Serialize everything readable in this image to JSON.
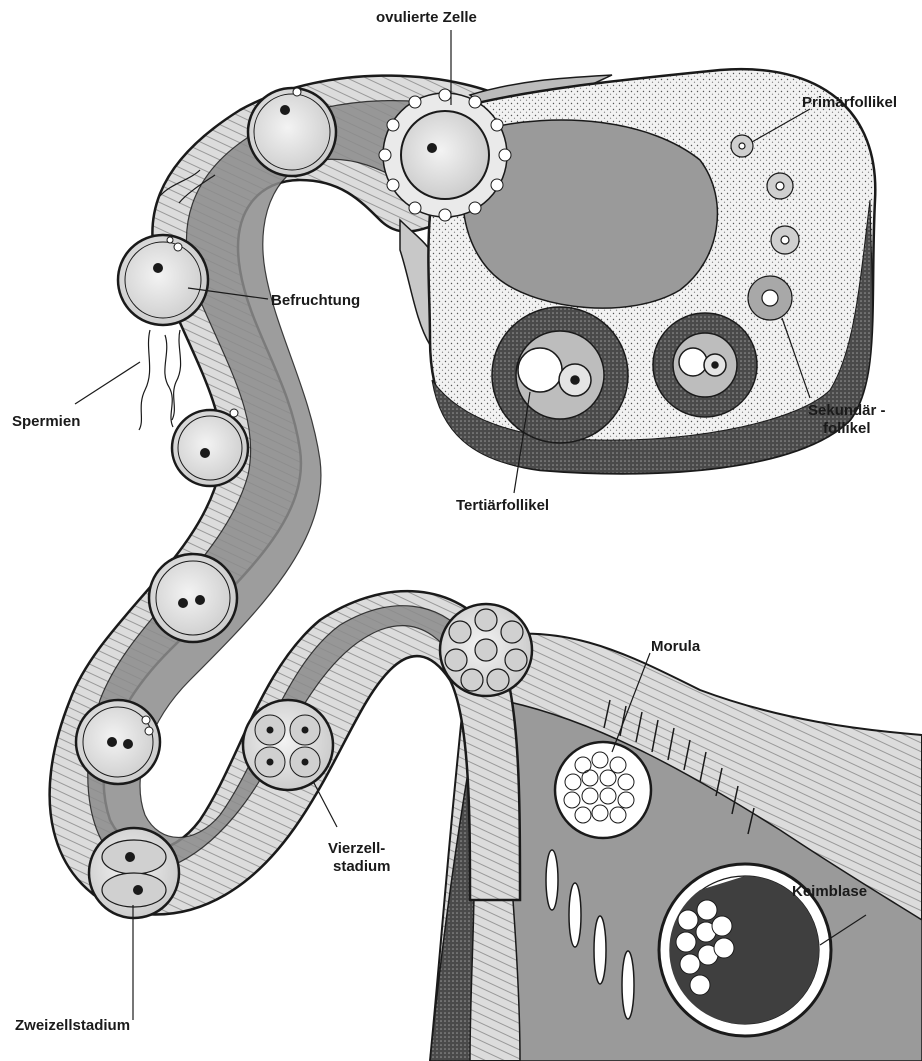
{
  "labels": {
    "ovulated_cell": "ovulierte Zelle",
    "primary_follicle": "Primärfollikel",
    "fertilization": "Befruchtung",
    "sperm": "Spermien",
    "secondary_follicle_1": "Sekundär -",
    "secondary_follicle_2": "follikel",
    "tertiary_follicle": "Tertiärfollikel",
    "morula": "Morula",
    "four_cell_1": "Vierzell-",
    "four_cell_2": "stadium",
    "blastocyst": "Keimblase",
    "two_cell": "Zweizellstadium"
  },
  "colors": {
    "ink": "#1a1a1a",
    "paper": "#ffffff",
    "tube_wall": "#d0d0d0",
    "tube_lumen": "#8c8c8c",
    "ovary": "#f4f4f4",
    "ovary_cortex": "#3a3a3a",
    "egg": "#e8e8e8"
  }
}
